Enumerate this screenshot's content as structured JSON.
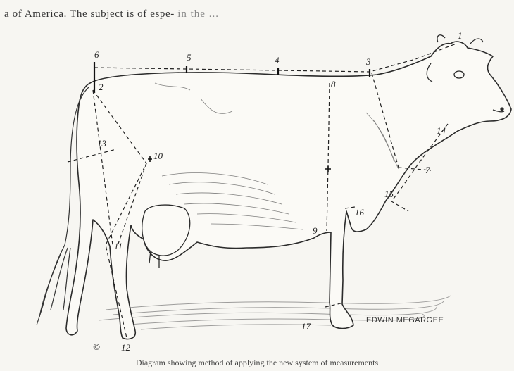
{
  "header": {
    "text_visible": "a of America.  The subject is of espe-",
    "text_faded": "in the ..."
  },
  "figure": {
    "measurement_points": [
      {
        "id": "1",
        "label": "1"
      },
      {
        "id": "2",
        "label": "2"
      },
      {
        "id": "3",
        "label": "3"
      },
      {
        "id": "4",
        "label": "4"
      },
      {
        "id": "5",
        "label": "5"
      },
      {
        "id": "6",
        "label": "6"
      },
      {
        "id": "7",
        "label": "7"
      },
      {
        "id": "8",
        "label": "8"
      },
      {
        "id": "9",
        "label": "9"
      },
      {
        "id": "10",
        "label": "10"
      },
      {
        "id": "11",
        "label": "11"
      },
      {
        "id": "12",
        "label": "12"
      },
      {
        "id": "13",
        "label": "13"
      },
      {
        "id": "14",
        "label": "14"
      },
      {
        "id": "15",
        "label": "15"
      },
      {
        "id": "16",
        "label": "16"
      },
      {
        "id": "17",
        "label": "17"
      }
    ],
    "copyright_mark": "©",
    "artist_signature": "EDWIN MEGARGEE"
  },
  "caption": {
    "text": "Diagram showing method of applying the new system of measurements"
  }
}
